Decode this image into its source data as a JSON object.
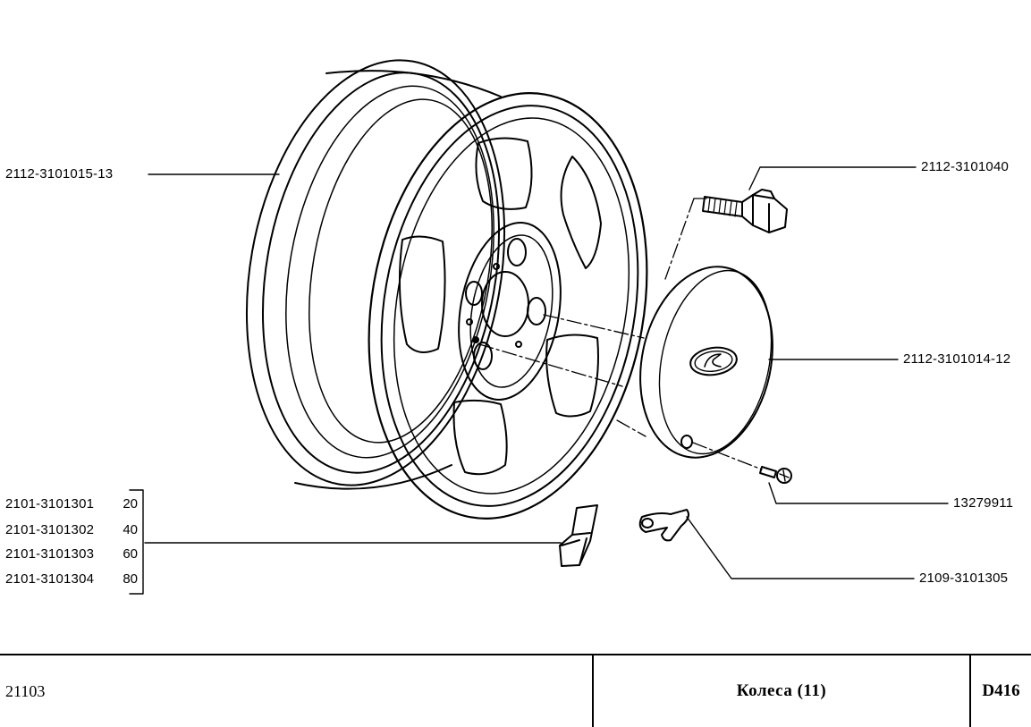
{
  "parts": {
    "wheel_rim": "2112-3101015-13",
    "wheel_bolt": "2112-3101040",
    "hub_cap": "2112-3101014-12",
    "cap_screw": "13279911",
    "valve_clip": "2109-3101305"
  },
  "balance_weights": [
    {
      "code": "2101-3101301",
      "weight": "20"
    },
    {
      "code": "2101-3101302",
      "weight": "40"
    },
    {
      "code": "2101-3101303",
      "weight": "60"
    },
    {
      "code": "2101-3101304",
      "weight": "80"
    }
  ],
  "title_block": {
    "model": "21103",
    "section": "Колеса (11)",
    "page": "D416"
  },
  "icons": [
    "wheel-rim-icon",
    "wheel-bolt-icon",
    "hub-cap-icon",
    "lada-logo-icon",
    "screw-icon",
    "balance-weight-icon",
    "valve-clip-icon"
  ]
}
